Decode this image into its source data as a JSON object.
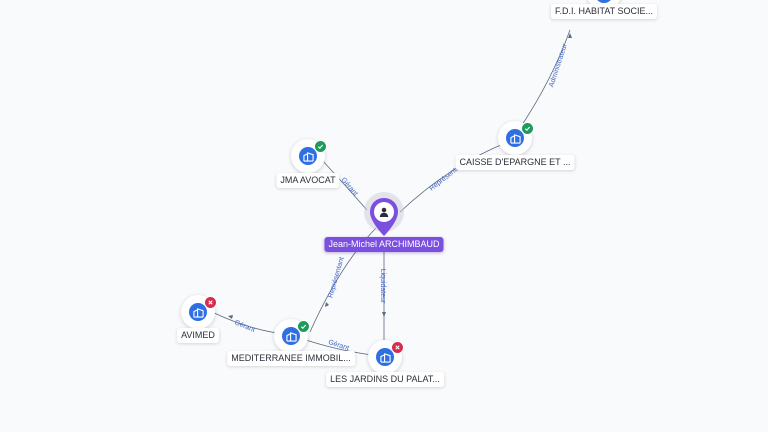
{
  "nodes": {
    "person": {
      "label": "Jean-Michel ARCHIMBAUD"
    },
    "fdi": {
      "label": "F.D.I. HABITAT SOCIE..."
    },
    "caisse": {
      "label": "CAISSE D'EPARGNE ET ..."
    },
    "jma": {
      "label": "JMA AVOCAT"
    },
    "avimed": {
      "label": "AVIMED"
    },
    "medit": {
      "label": "MEDITERRANEE IMMOBIL..."
    },
    "jardins": {
      "label": "LES JARDINS DU PALAT..."
    }
  },
  "edges": {
    "fdi_caisse": "Administrateur",
    "caisse_person": "Représentant",
    "jma_person": "Gérant",
    "person_medit": "Représentant",
    "person_jardins": "Liquidateur",
    "medit_avimed": "Gérant",
    "medit_jardins": "Gérant"
  },
  "colors": {
    "company": "#2f6fe4",
    "person": "#7b4fe0",
    "active_badge": "#1f9a5a",
    "closed_badge": "#d72c4e",
    "edge": "#5a6a80",
    "edge_label": "#3f63c7"
  },
  "icons": {
    "company": "building-icon",
    "person": "person-icon",
    "active": "check-icon",
    "closed": "cross-icon"
  }
}
